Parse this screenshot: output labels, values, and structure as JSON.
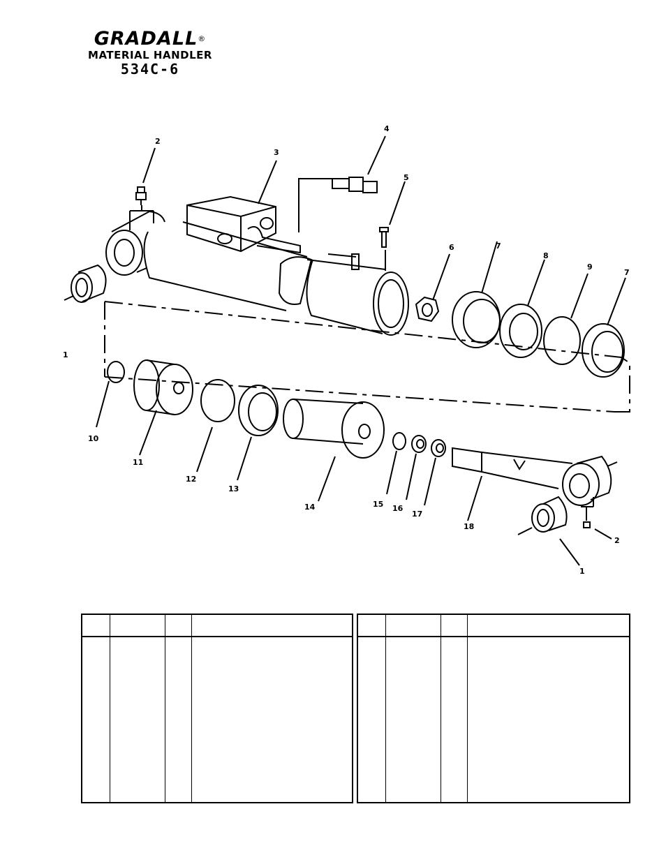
{
  "header": {
    "brand": "GRADALL",
    "registered_mark": "®",
    "subtitle": "MATERIAL HANDLER",
    "model": "534C-6"
  },
  "diagram": {
    "callouts": [
      "1",
      "2",
      "3",
      "4",
      "5",
      "6",
      "7",
      "8",
      "9",
      "7",
      "10",
      "11",
      "12",
      "13",
      "14",
      "15",
      "16",
      "17",
      "18",
      "1",
      "2"
    ]
  },
  "parts_table_left": {
    "columns": [
      "",
      "",
      "",
      ""
    ],
    "rows": []
  },
  "parts_table_right": {
    "columns": [
      "",
      "",
      "",
      ""
    ],
    "rows": []
  }
}
